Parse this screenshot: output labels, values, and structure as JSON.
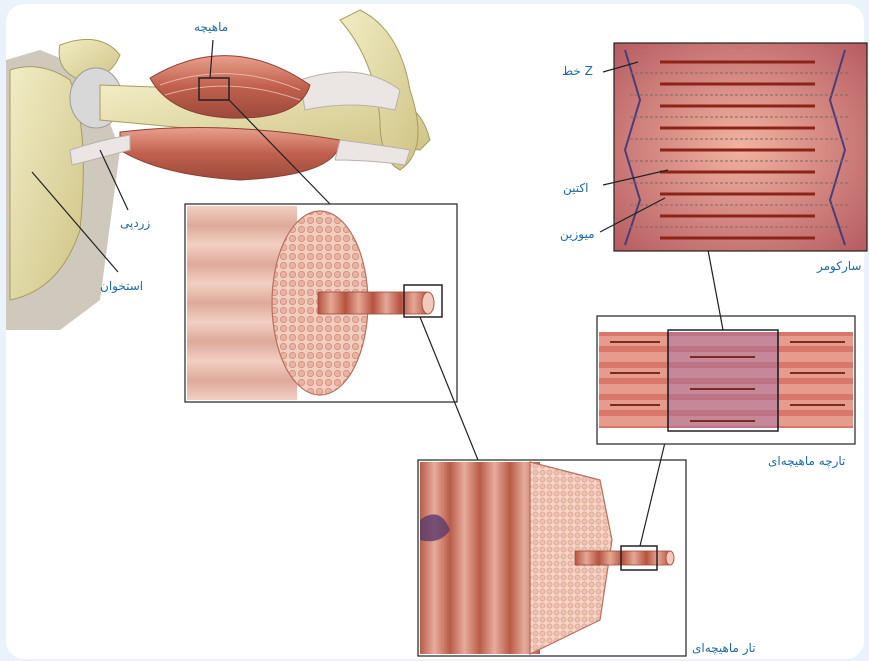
{
  "labels": {
    "muscle": "ماهیچه",
    "tendon": "زردپی",
    "bone": "استخوان",
    "z_line": "خط Z",
    "actin": "اکتین",
    "myosin": "میوزین",
    "sarcomere": "سارکومر",
    "myofibril": "تارچه ماهیچه‌ای",
    "muscle_fiber": "تار ماهیچه‌ای"
  },
  "colors": {
    "background": "#eaf3fb",
    "panel_frame": "#ffffff",
    "label_text": "#1f6aa6",
    "muscle": "#c9705e",
    "bone": "#ddd6a0"
  }
}
